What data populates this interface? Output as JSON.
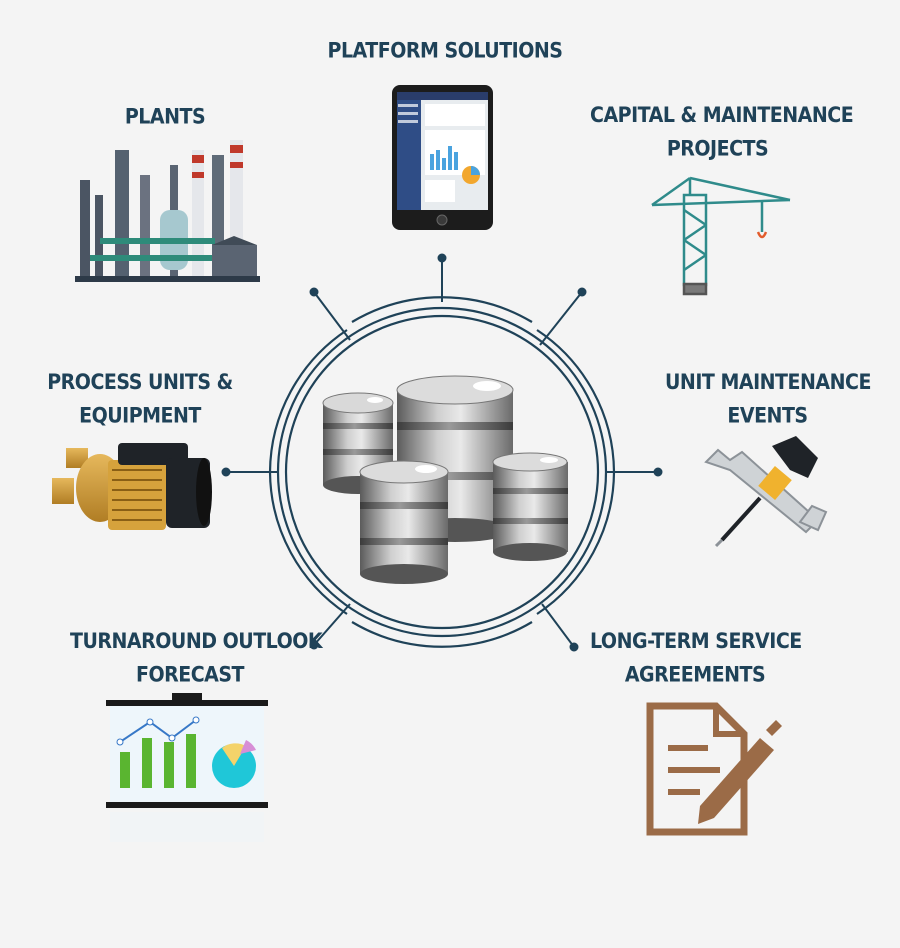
{
  "nodes": {
    "platform": {
      "line1": "PLATFORM SOLUTIONS",
      "line2": "",
      "icon": "tablet-dashboard-icon"
    },
    "plants": {
      "line1": "PLANTS",
      "line2": "",
      "icon": "refinery-plant-icon"
    },
    "capital": {
      "line1": "CAPITAL & MAINTENANCE",
      "line2": "PROJECTS",
      "icon": "tower-crane-icon"
    },
    "process": {
      "line1": "PROCESS UNITS &",
      "line2": "EQUIPMENT",
      "icon": "pump-motor-icon"
    },
    "unit_maintenance": {
      "line1": "UNIT MAINTENANCE",
      "line2": "EVENTS",
      "icon": "wrench-screwdriver-icon"
    },
    "turnaround": {
      "line1": "TURNAROUND OUTLOOK",
      "line2": "FORECAST",
      "icon": "presentation-chart-icon"
    },
    "longterm": {
      "line1": "LONG-TERM SERVICE",
      "line2": "AGREEMENTS",
      "icon": "document-pen-icon"
    }
  },
  "hub": {
    "icon": "database-barrels-icon"
  },
  "colors": {
    "text": "#1f4258",
    "ring": "#1f4258",
    "background": "#f4f4f4"
  }
}
